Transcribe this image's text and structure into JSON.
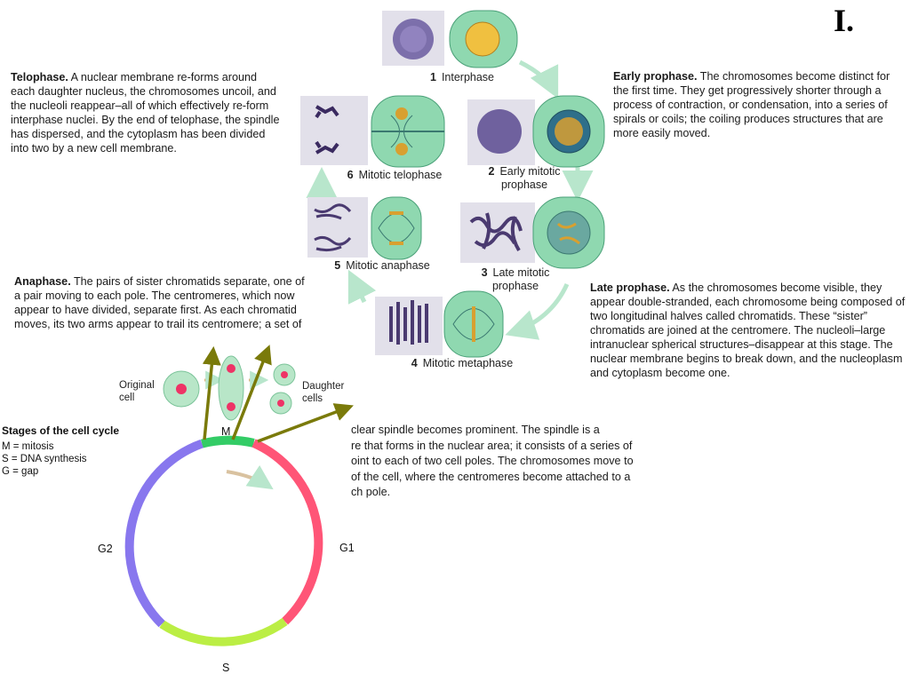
{
  "slide_number": "I.",
  "descriptions": {
    "telophase": {
      "title": "Telophase.",
      "body": " A nuclear membrane re-forms around each daughter nucleus, the chromosomes uncoil, and the nucleoli reappear–all of which effectively re-form interphase nuclei. By the end of telophase, the spindle has dispersed, and the cytoplasm has been divided into two by a new cell membrane."
    },
    "early_prophase": {
      "title": "Early prophase.",
      "body": " The chromosomes become distinct for the first time. They get progressively shorter through a process of contraction, or condensation, into a series of spirals or coils; the coiling produces structures that are more easily moved."
    },
    "anaphase": {
      "title": "Anaphase.",
      "body": " The pairs of sister chromatids separate, one of a pair moving to each pole. The centromeres, which now appear to have divided, separate first. As each chromatid moves, its two arms appear to trail its centromere; a set of"
    },
    "late_prophase": {
      "title": "Late prophase.",
      "body": " As the chromosomes become visible, they appear double-stranded, each chromosome being composed of two longitudinal halves called chromatids. These “sister” chromatids are joined at the centromere. The nucleoli–large intranuclear spherical structures–disappear at this stage. The nuclear membrane begins to break down, and the nucleoplasm and cytoplasm become one."
    },
    "metaphase_partial": {
      "line1": "clear spindle becomes prominent. The spindle is a",
      "line2": "re that forms in the nuclear area; it consists of a series of",
      "line3": "oint to each of two cell poles. The chromosomes move to",
      "line4": "of the cell, where the centromeres become attached to a",
      "line5": "ch pole."
    }
  },
  "stages": [
    {
      "num": "1",
      "label": "Interphase"
    },
    {
      "num": "2",
      "label": "Early mitotic",
      "label2": "prophase"
    },
    {
      "num": "3",
      "label": "Late mitotic",
      "label2": "prophase"
    },
    {
      "num": "4",
      "label": "Mitotic metaphase"
    },
    {
      "num": "5",
      "label": "Mitotic anaphase"
    },
    {
      "num": "6",
      "label": "Mitotic telophase"
    }
  ],
  "cell_cycle": {
    "title": "Stages of the cell cycle",
    "legend": [
      "M = mitosis",
      "S = DNA synthesis",
      "G = gap"
    ],
    "phases": {
      "m": "M",
      "g1": "G1",
      "s": "S",
      "g2": "G2"
    },
    "original_cell": [
      "Original",
      "cell"
    ],
    "daughter_cells": [
      "Daughter",
      "cells"
    ],
    "colors": {
      "m": "#33cc66",
      "g1": "#ff5577",
      "s": "#bbee44",
      "g2": "#8877ee"
    }
  },
  "colors": {
    "arrow": "#7a7a0a",
    "cell_fill": "#8fd8b0",
    "cell_stroke": "#4aa078"
  }
}
